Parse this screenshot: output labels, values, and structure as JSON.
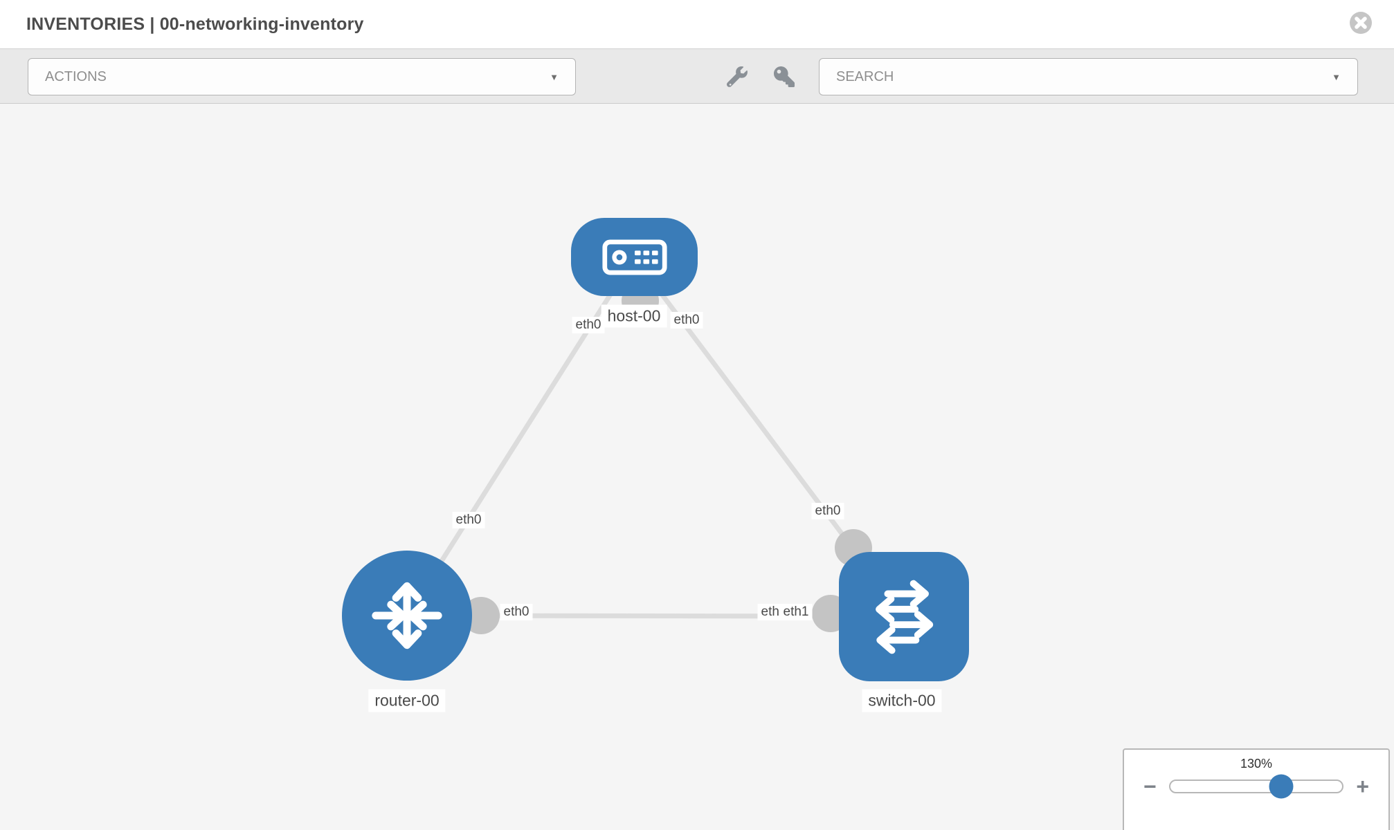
{
  "header": {
    "title": "INVENTORIES | 00-networking-inventory"
  },
  "toolbar": {
    "actions_label": "ACTIONS",
    "search_placeholder": "SEARCH",
    "dropdown_arrow": "▼"
  },
  "topology": {
    "nodes": [
      {
        "id": "host-00",
        "type": "host",
        "label": "host-00"
      },
      {
        "id": "router-00",
        "type": "router",
        "label": "router-00"
      },
      {
        "id": "switch-00",
        "type": "switch",
        "label": "switch-00"
      }
    ],
    "links": [
      {
        "from": "host-00",
        "to": "router-00",
        "from_label": "eth0",
        "to_label": "eth0"
      },
      {
        "from": "host-00",
        "to": "switch-00",
        "from_label": "eth0",
        "to_label": "eth0"
      },
      {
        "from": "router-00",
        "to": "switch-00",
        "from_label": "eth0",
        "to_label": "eth1",
        "overlapped_label": "eth0"
      }
    ]
  },
  "zoom_control": {
    "level": "130%",
    "minus_label": "−",
    "plus_label": "+"
  },
  "colors": {
    "node_blue": "#3a7cb8",
    "link_line": "#dcdcdc",
    "interface_dot": "#c4c4c4",
    "canvas_bg": "#f5f5f5",
    "toolbar_bg": "#e9e9e9"
  }
}
